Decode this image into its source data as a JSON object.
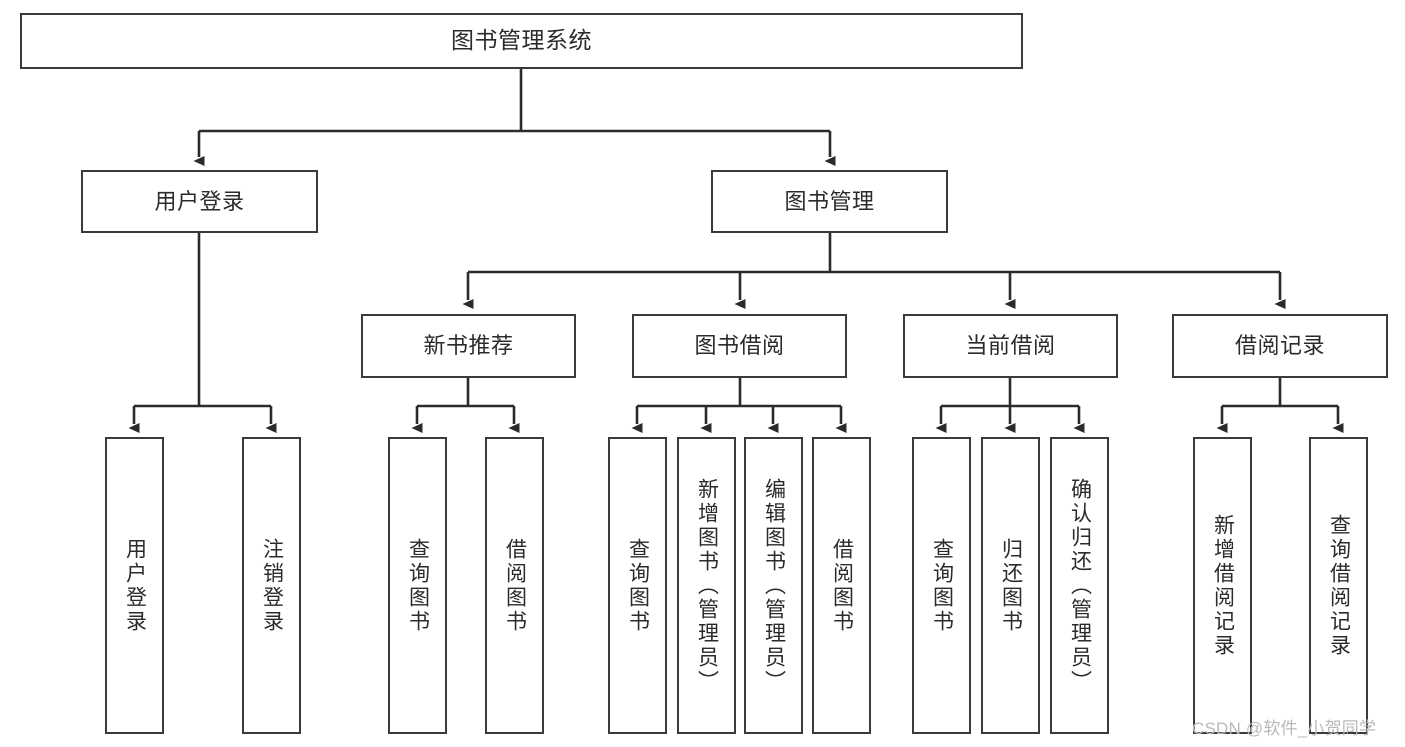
{
  "diagram": {
    "title": "图书管理系统",
    "watermark": "CSDN @软件_小贺同学",
    "colors": {
      "box_border": "#3a3a3a",
      "box_fill": "#ffffff",
      "edge": "#2b2b2b",
      "text": "#2b2b2b",
      "watermark": "#b9b9b9",
      "background": "#ffffff"
    },
    "nodes": {
      "root": {
        "label": "图书管理系统"
      },
      "level2": [
        {
          "label": "用户登录"
        },
        {
          "label": "图书管理"
        }
      ],
      "level3": [
        {
          "label": "新书推荐"
        },
        {
          "label": "图书借阅"
        },
        {
          "label": "当前借阅"
        },
        {
          "label": "借阅记录"
        }
      ],
      "leaves": {
        "user_login": [
          {
            "label": "用户登录"
          },
          {
            "label": "注销登录"
          }
        ],
        "new_book_recommend": [
          {
            "label": "查询图书"
          },
          {
            "label": "借阅图书"
          }
        ],
        "book_borrow": [
          {
            "label": "查询图书"
          },
          {
            "label": "新增图书（管理员）"
          },
          {
            "label": "编辑图书（管理员）"
          },
          {
            "label": "借阅图书"
          }
        ],
        "current_borrow": [
          {
            "label": "查询图书"
          },
          {
            "label": "归还图书"
          },
          {
            "label": "确认归还（管理员）"
          }
        ],
        "borrow_record": [
          {
            "label": "新增借阅记录"
          },
          {
            "label": "查询借阅记录"
          }
        ]
      }
    }
  }
}
